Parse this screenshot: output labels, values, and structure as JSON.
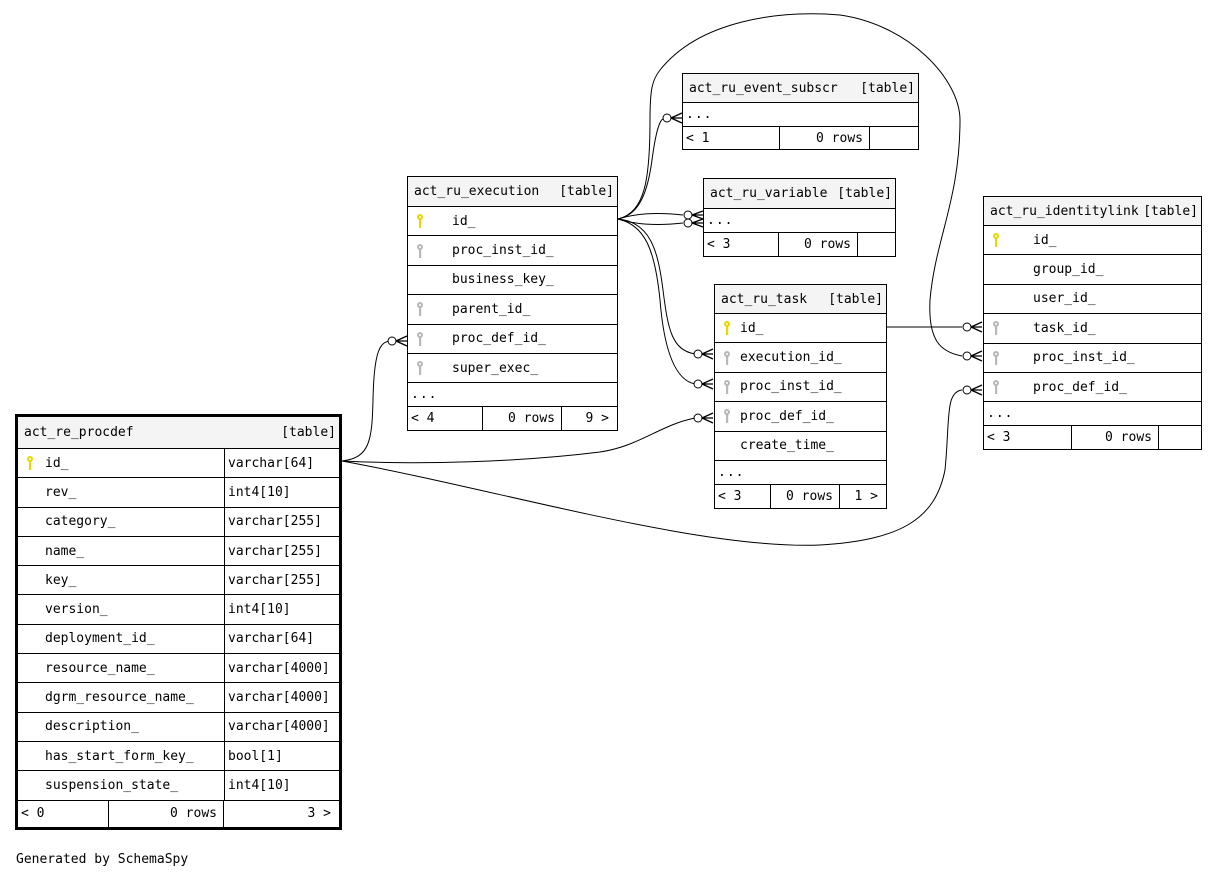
{
  "footer": {
    "generated_by": "Generated by SchemaSpy"
  },
  "colors": {
    "primary_key": "#e6d800",
    "foreign_key": "#b8b8b8",
    "header_bg": "#f4f4f4",
    "line": "#000000"
  },
  "tables": {
    "procdef": {
      "name": "act_re_procdef",
      "type_label": "[table]",
      "columns": [
        {
          "name": "id_",
          "type": "varchar[64]",
          "key": "primary-key-icon"
        },
        {
          "name": "rev_",
          "type": "int4[10]",
          "key": ""
        },
        {
          "name": "category_",
          "type": "varchar[255]",
          "key": ""
        },
        {
          "name": "name_",
          "type": "varchar[255]",
          "key": ""
        },
        {
          "name": "key_",
          "type": "varchar[255]",
          "key": ""
        },
        {
          "name": "version_",
          "type": "int4[10]",
          "key": ""
        },
        {
          "name": "deployment_id_",
          "type": "varchar[64]",
          "key": ""
        },
        {
          "name": "resource_name_",
          "type": "varchar[4000]",
          "key": ""
        },
        {
          "name": "dgrm_resource_name_",
          "type": "varchar[4000]",
          "key": ""
        },
        {
          "name": "description_",
          "type": "varchar[4000]",
          "key": ""
        },
        {
          "name": "has_start_form_key_",
          "type": "bool[1]",
          "key": ""
        },
        {
          "name": "suspension_state_",
          "type": "int4[10]",
          "key": ""
        }
      ],
      "footer": {
        "parents": "< 0",
        "rows": "0 rows",
        "children": "3 >"
      }
    },
    "execution": {
      "name": "act_ru_execution",
      "type_label": "[table]",
      "columns": [
        {
          "name": "id_",
          "key": "primary-key-icon"
        },
        {
          "name": "proc_inst_id_",
          "key": "foreign-key-icon"
        },
        {
          "name": "business_key_",
          "key": ""
        },
        {
          "name": "parent_id_",
          "key": "foreign-key-icon"
        },
        {
          "name": "proc_def_id_",
          "key": "foreign-key-icon"
        },
        {
          "name": "super_exec_",
          "key": "foreign-key-icon"
        }
      ],
      "ellipsis": "...",
      "footer": {
        "parents": "< 4",
        "rows": "0 rows",
        "children": "9 >"
      }
    },
    "event_subscr": {
      "name": "act_ru_event_subscr",
      "type_label": "[table]",
      "columns": [],
      "ellipsis": "...",
      "footer": {
        "parents": "< 1",
        "rows": "0 rows",
        "children": ""
      }
    },
    "variable": {
      "name": "act_ru_variable",
      "type_label": "[table]",
      "columns": [],
      "ellipsis": "...",
      "footer": {
        "parents": "< 3",
        "rows": "0 rows",
        "children": ""
      }
    },
    "task": {
      "name": "act_ru_task",
      "type_label": "[table]",
      "columns": [
        {
          "name": "id_",
          "key": "primary-key-icon"
        },
        {
          "name": "execution_id_",
          "key": "foreign-key-icon"
        },
        {
          "name": "proc_inst_id_",
          "key": "foreign-key-icon"
        },
        {
          "name": "proc_def_id_",
          "key": "foreign-key-icon"
        },
        {
          "name": "create_time_",
          "key": ""
        }
      ],
      "ellipsis": "...",
      "footer": {
        "parents": "< 3",
        "rows": "0 rows",
        "children": "1 >"
      }
    },
    "identitylink": {
      "name": "act_ru_identitylink",
      "type_label": "[table]",
      "columns": [
        {
          "name": "id_",
          "key": "primary-key-icon"
        },
        {
          "name": "group_id_",
          "key": ""
        },
        {
          "name": "user_id_",
          "key": ""
        },
        {
          "name": "task_id_",
          "key": "foreign-key-icon"
        },
        {
          "name": "proc_inst_id_",
          "key": "foreign-key-icon"
        },
        {
          "name": "proc_def_id_",
          "key": "foreign-key-icon"
        }
      ],
      "ellipsis": "...",
      "footer": {
        "parents": "< 3",
        "rows": "0 rows",
        "children": ""
      }
    }
  },
  "relationships": [
    {
      "from": "act_re_procdef.id_",
      "to": "act_ru_execution.proc_def_id_"
    },
    {
      "from": "act_re_procdef.id_",
      "to": "act_ru_task.proc_def_id_"
    },
    {
      "from": "act_re_procdef.id_",
      "to": "act_ru_identitylink.proc_def_id_"
    },
    {
      "from": "act_ru_execution.id_",
      "to": "act_ru_event_subscr"
    },
    {
      "from": "act_ru_execution.id_",
      "to": "act_ru_variable"
    },
    {
      "from": "act_ru_execution.id_",
      "to": "act_ru_variable"
    },
    {
      "from": "act_ru_execution.id_",
      "to": "act_ru_task.execution_id_"
    },
    {
      "from": "act_ru_execution.id_",
      "to": "act_ru_task.proc_inst_id_"
    },
    {
      "from": "act_ru_execution.id_",
      "to": "act_ru_identitylink.proc_inst_id_"
    },
    {
      "from": "act_ru_task.id_",
      "to": "act_ru_identitylink.task_id_"
    }
  ]
}
